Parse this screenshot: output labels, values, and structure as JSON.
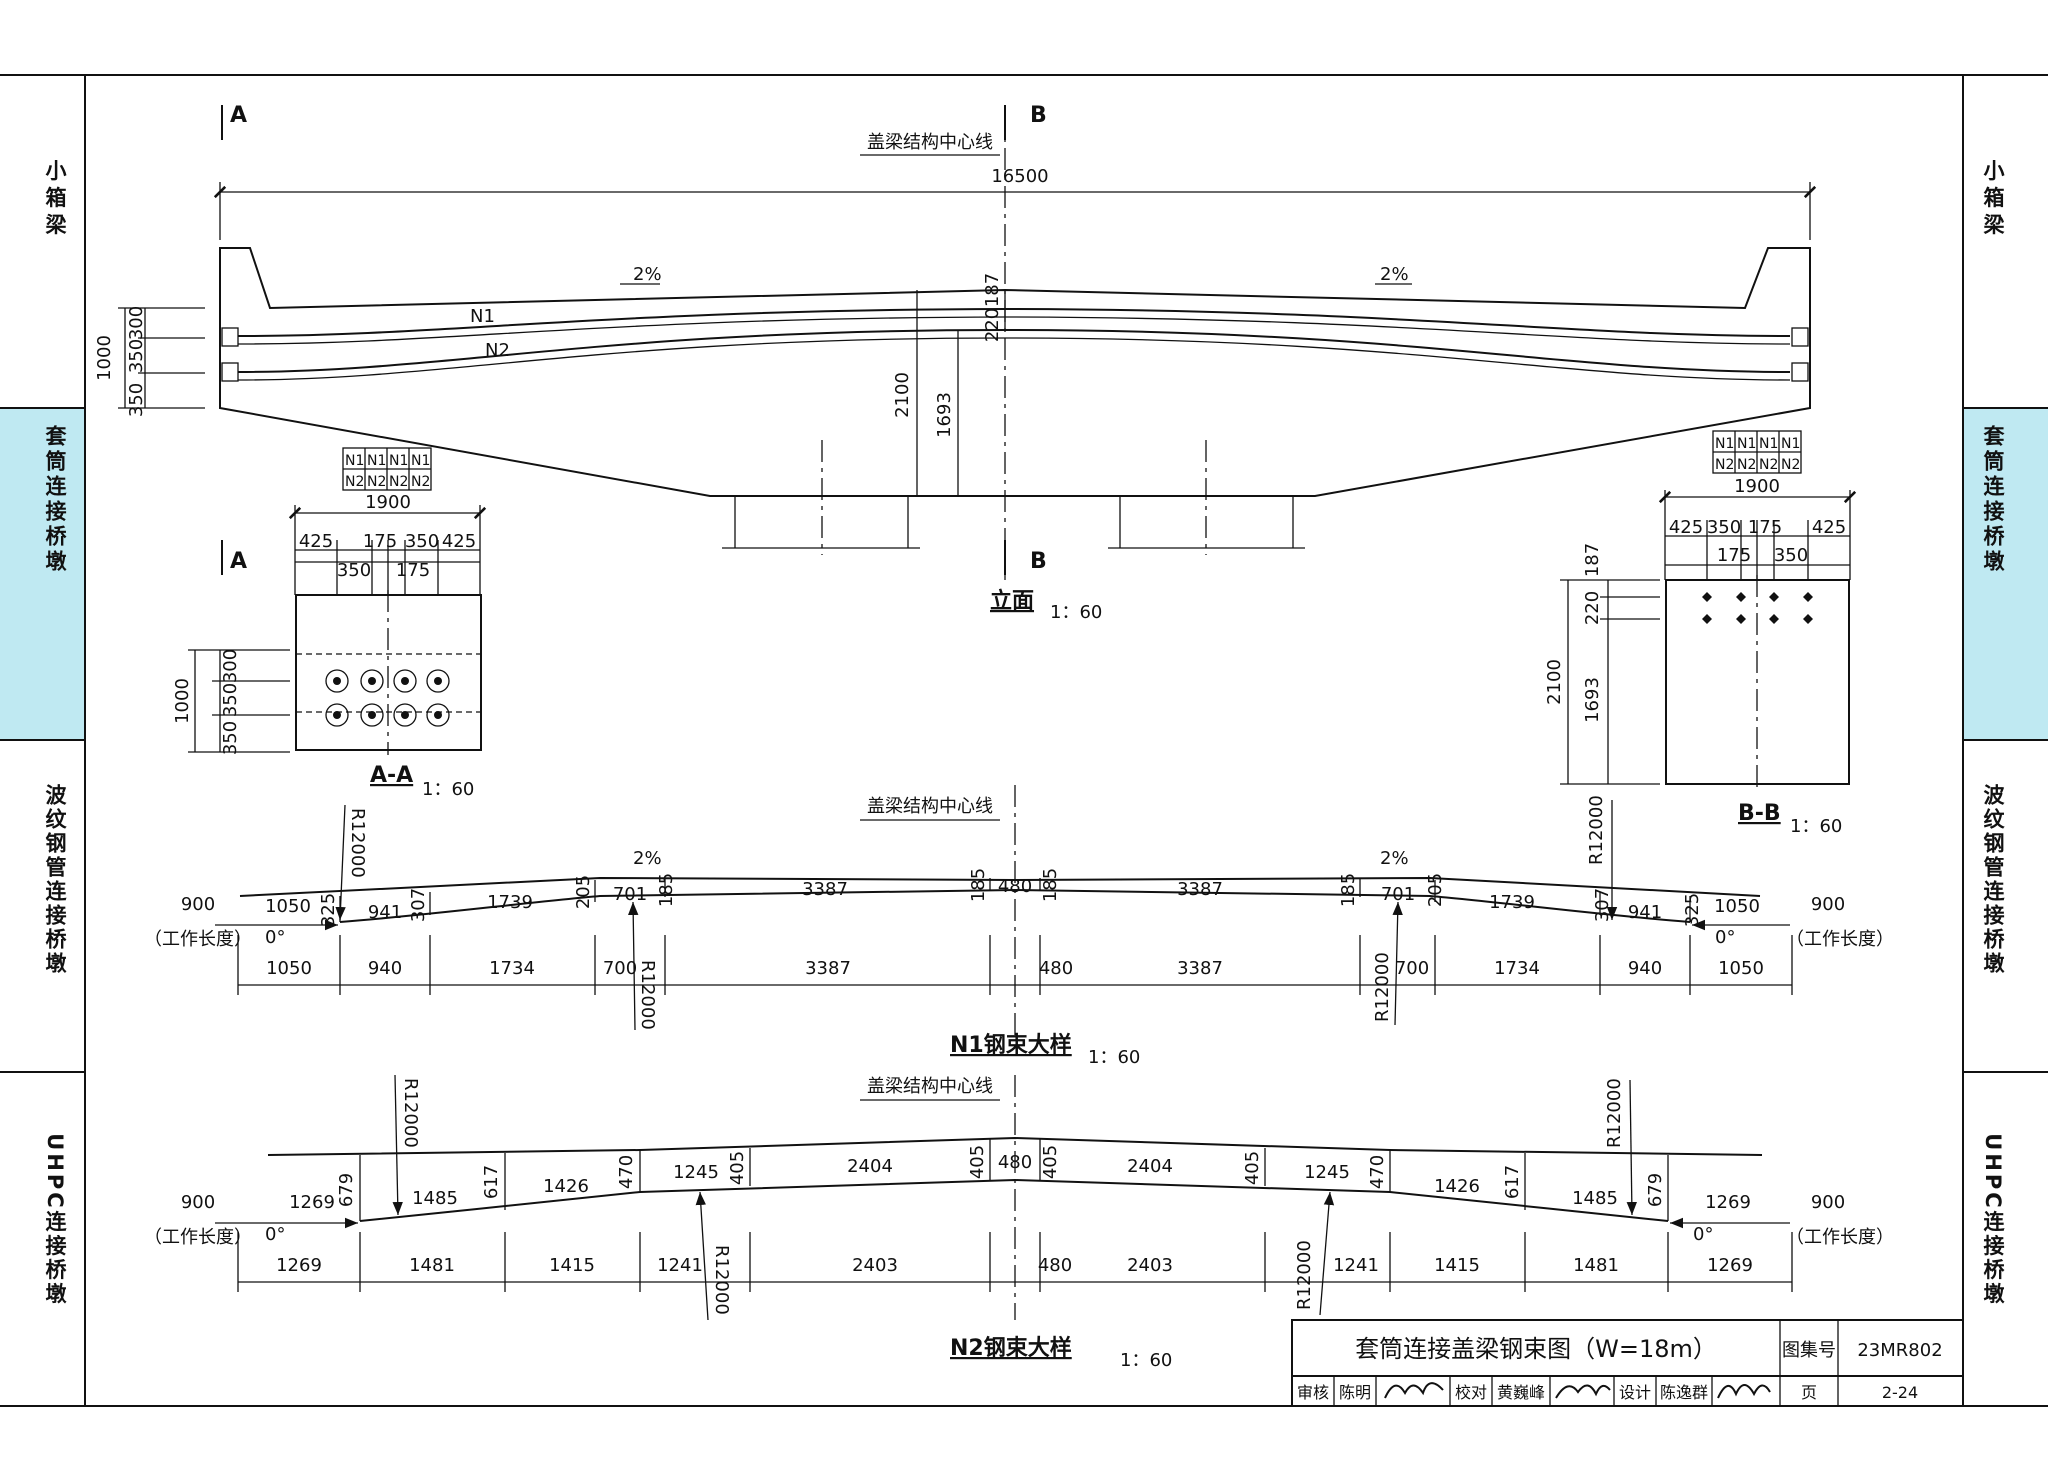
{
  "sidebar": {
    "left": [
      "小箱梁",
      "套筒连接桥墩",
      "波纹钢管连接桥墩",
      "UHPC连接桥墩"
    ],
    "right": [
      "小箱梁",
      "套筒连接桥墩",
      "波纹钢管连接桥墩",
      "UHPC连接桥墩"
    ],
    "highlight_color": "#bfe9f2"
  },
  "elevation": {
    "center_line": "盖梁结构中心线",
    "total_width": "16500",
    "slope_left": "2%",
    "slope_right": "2%",
    "tendon_n1": "N1",
    "tendon_n2": "N2",
    "dims_left": [
      "1000",
      "350",
      "350",
      "300"
    ],
    "dims_center": [
      "187",
      "220",
      "2100",
      "1693"
    ],
    "section_a": "A",
    "section_b": "B",
    "title": "立面",
    "scale": "1：60"
  },
  "anchor_left": {
    "row1": [
      "N1",
      "N1",
      "N1",
      "N1"
    ],
    "row2": [
      "N2",
      "N2",
      "N2",
      "N2"
    ],
    "width": "1900",
    "top_dims": [
      "425",
      "175",
      "350",
      "425"
    ],
    "bot_dims": [
      "350",
      "175"
    ]
  },
  "anchor_right": {
    "row1": [
      "N1",
      "N1",
      "N1",
      "N1"
    ],
    "row2": [
      "N2",
      "N2",
      "N2",
      "N2"
    ],
    "width": "1900",
    "top_dims": [
      "425",
      "350",
      "175",
      "425"
    ],
    "bot_dims": [
      "175",
      "350"
    ]
  },
  "section_aa": {
    "title": "A-A",
    "scale": "1：60",
    "dims": [
      "1000",
      "350",
      "350",
      "300"
    ]
  },
  "section_bb": {
    "title": "B-B",
    "scale": "1：60",
    "dims": [
      "2100",
      "187",
      "220",
      "1693"
    ]
  },
  "n1": {
    "center_line": "盖梁结构中心线",
    "title": "N1钢束大样",
    "scale": "1：60",
    "slope_left": "2%",
    "slope_right": "2%",
    "radius": "R12000",
    "work_length": "900",
    "work_label": "（工作长度）",
    "angle": "0°",
    "curve_labels": [
      "1050",
      "941",
      "1739",
      "701",
      "3387",
      "480",
      "3387",
      "701",
      "1739",
      "941",
      "1050"
    ],
    "rise_labels": [
      "325",
      "307",
      "205",
      "185",
      "185",
      "185",
      "185",
      "205",
      "307",
      "325"
    ],
    "bottom_dims": [
      "1050",
      "940",
      "1734",
      "700",
      "3387",
      "480",
      "3387",
      "700",
      "1734",
      "940",
      "1050"
    ]
  },
  "n2": {
    "center_line": "盖梁结构中心线",
    "title": "N2钢束大样",
    "scale": "1：60",
    "radius": "R12000",
    "work_length": "900",
    "work_label": "（工作长度）",
    "angle": "0°",
    "curve_labels": [
      "1269",
      "1485",
      "1426",
      "1245",
      "2404",
      "480",
      "2404",
      "1245",
      "1426",
      "1485",
      "1269"
    ],
    "rise_labels": [
      "679",
      "617",
      "470",
      "405",
      "405",
      "405",
      "405",
      "470",
      "617",
      "679"
    ],
    "bottom_dims": [
      "1269",
      "1481",
      "1415",
      "1241",
      "2403",
      "480",
      "2403",
      "1241",
      "1415",
      "1481",
      "1269"
    ]
  },
  "title_block": {
    "drawing_title": "套筒连接盖梁钢束图（W=18m）",
    "atlas_label": "图集号",
    "atlas_no": "23MR802",
    "review_label": "审核",
    "reviewer": "陈明",
    "check_label": "校对",
    "checker": "黄巍峰",
    "design_label": "设计",
    "designer": "陈逸群",
    "page_label": "页",
    "page_no": "2-24"
  }
}
